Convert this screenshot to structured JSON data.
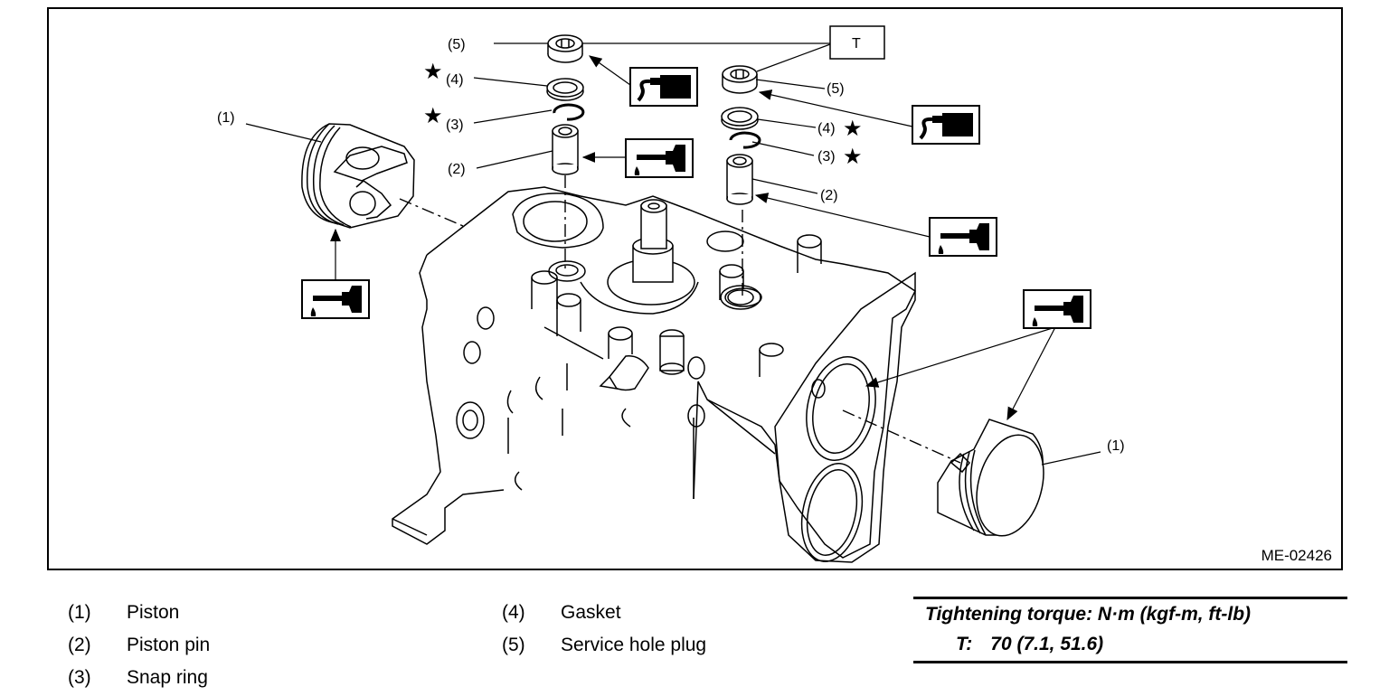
{
  "figure": {
    "id": "ME-02426",
    "callouts": {
      "piston": "(1)",
      "piston_pin": "(2)",
      "snap_ring": "(3)",
      "gasket": "(4)",
      "service_hole_plug": "(5)",
      "torque_box": "T"
    },
    "symbols": {
      "star": "★",
      "oil_icon": "oil-can-icon",
      "sealant_icon": "liquid-gasket-icon"
    }
  },
  "legend": {
    "items": [
      {
        "num": "(1)",
        "name": "Piston"
      },
      {
        "num": "(2)",
        "name": "Piston pin"
      },
      {
        "num": "(3)",
        "name": "Snap ring"
      },
      {
        "num": "(4)",
        "name": "Gasket"
      },
      {
        "num": "(5)",
        "name": "Service hole plug"
      }
    ]
  },
  "torque": {
    "title": "Tightening torque: N·m (kgf-m, ft-lb)",
    "label": "T:",
    "value": "70 (7.1, 51.6)"
  }
}
